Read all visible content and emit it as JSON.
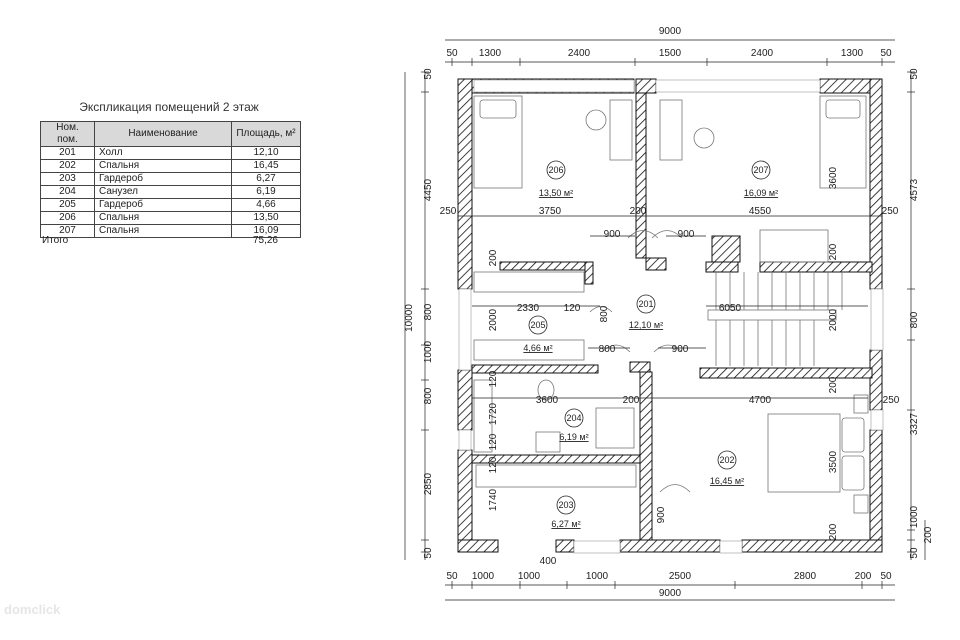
{
  "table": {
    "title": "Экспликация помещений 2 этаж",
    "headers": [
      "Ном. пом.",
      "Наименование",
      "Площадь, м²"
    ],
    "rows": [
      [
        "201",
        "Холл",
        "12,10"
      ],
      [
        "202",
        "Спальня",
        "16,45"
      ],
      [
        "203",
        "Гардероб",
        "6,27"
      ],
      [
        "204",
        "Санузел",
        "6,19"
      ],
      [
        "205",
        "Гардероб",
        "4,66"
      ],
      [
        "206",
        "Спальня",
        "13,50"
      ],
      [
        "207",
        "Спальня",
        "16,09"
      ]
    ],
    "total_label": "Итого",
    "total_value": "75,26"
  },
  "plan": {
    "top_total": "9000",
    "top_segments": [
      "50",
      "1300",
      "2400",
      "1500",
      "2400",
      "1300",
      "50"
    ],
    "bottom_total": "9000",
    "bottom_segments": [
      "50",
      "1000",
      "1000",
      "1000",
      "2500",
      "2800",
      "200",
      "50"
    ],
    "bottom_extra": "400",
    "left_total": "10000",
    "left_segments": [
      "50",
      "4450",
      "800",
      "1000",
      "800",
      "2850",
      "50"
    ],
    "right_segments": [
      "50",
      "4573",
      "800",
      "3327",
      "1000",
      "200",
      "50"
    ],
    "rooms": [
      {
        "num": "206",
        "area": "13,50 м²"
      },
      {
        "num": "207",
        "area": "16,09 м²"
      },
      {
        "num": "201",
        "area": "12,10 м²"
      },
      {
        "num": "205",
        "area": "4,66 м²"
      },
      {
        "num": "204",
        "area": "6,19 м²"
      },
      {
        "num": "202",
        "area": "16,45 м²"
      },
      {
        "num": "203",
        "area": "6,27 м²"
      }
    ],
    "inner_dims": {
      "d250_left": "250",
      "d3750": "3750",
      "d200_a": "200",
      "d4550": "4550",
      "d250_right": "250",
      "d900_a": "900",
      "d900_b": "900",
      "d200_b": "200",
      "d200_c": "200",
      "d2330": "2330",
      "d120_a": "120",
      "d800_a": "800",
      "d6050": "6050",
      "d2000_a": "2000",
      "d2000_b": "2000",
      "d800_b": "800",
      "d900_c": "900",
      "d3600_a": "3600",
      "d200_d": "200",
      "d4700": "4700",
      "d250_c": "250",
      "d3600_b": "3600",
      "d1720": "1720",
      "d120_b": "120",
      "d120_c": "120",
      "d3500": "3500",
      "d1740": "1740",
      "d900_d": "900",
      "d200_e": "200",
      "d200_f": "200",
      "d120_d": "120"
    }
  },
  "watermark": "domclick"
}
